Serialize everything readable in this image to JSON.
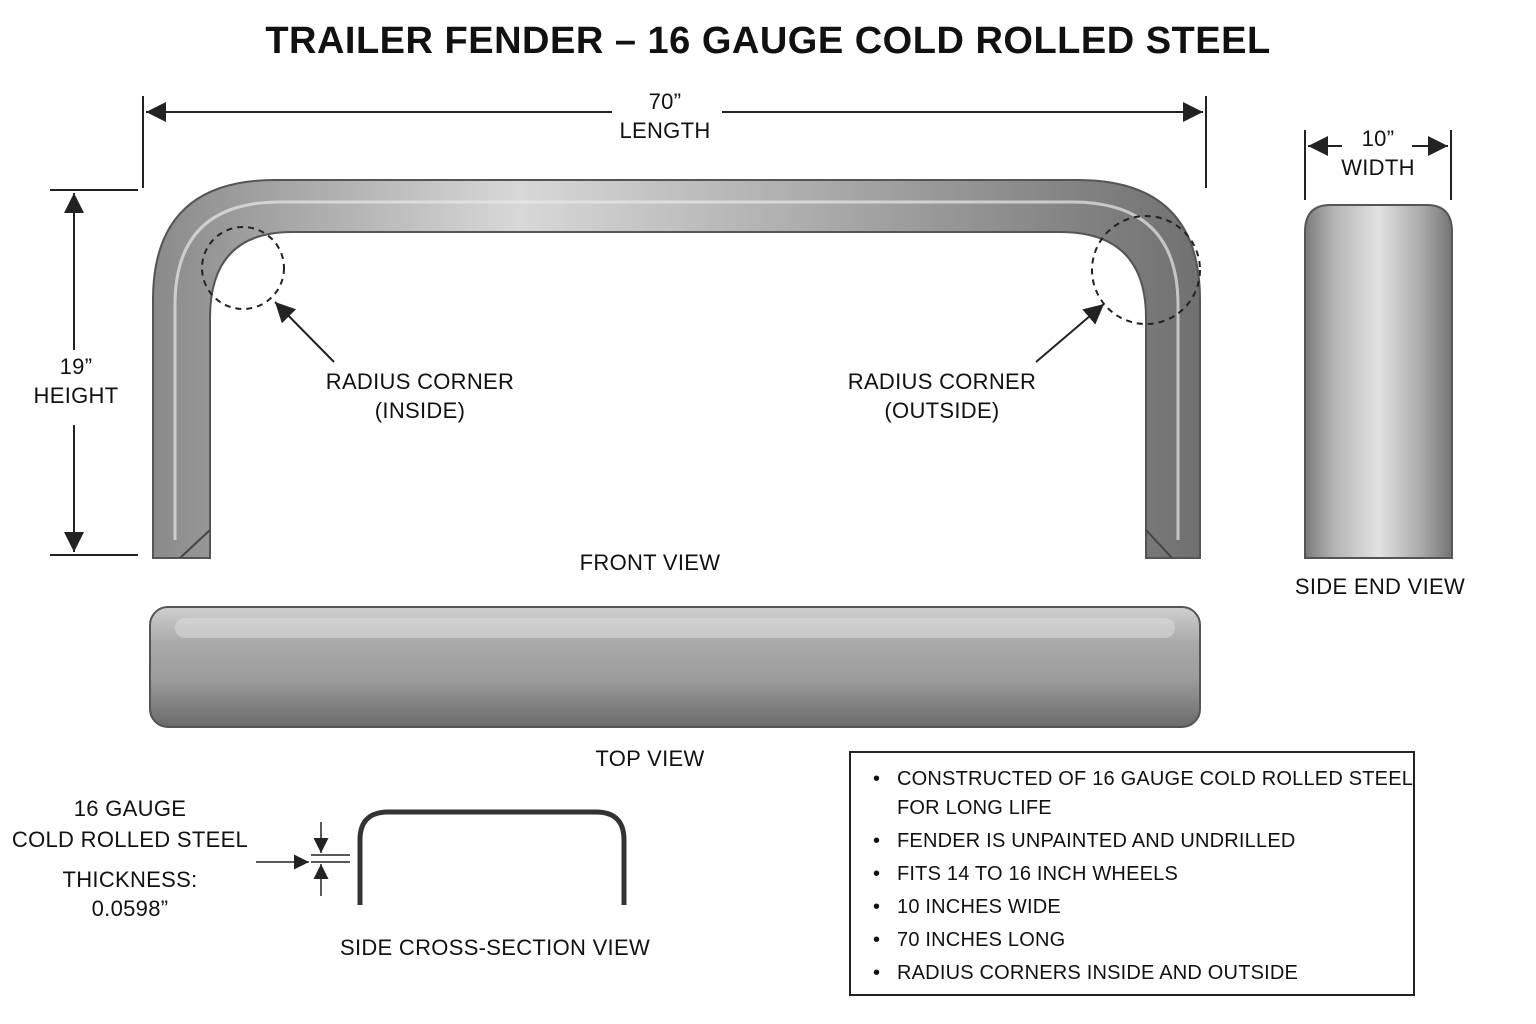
{
  "title": "TRAILER FENDER – 16 GAUGE COLD ROLLED STEEL",
  "dimensions": {
    "length_value": "70”",
    "length_label": "LENGTH",
    "height_value": "19”",
    "height_label": "HEIGHT",
    "width_value": "10”",
    "width_label": "WIDTH"
  },
  "callouts": {
    "inside_line1": "RADIUS CORNER",
    "inside_line2": "(INSIDE)",
    "outside_line1": "RADIUS CORNER",
    "outside_line2": "(OUTSIDE)"
  },
  "views": {
    "front": "FRONT VIEW",
    "top": "TOP VIEW",
    "side_end": "SIDE END VIEW",
    "cross_section": "SIDE CROSS-SECTION VIEW"
  },
  "material": {
    "line1": "16 GAUGE",
    "line2": "COLD ROLLED STEEL",
    "thickness_label": "THICKNESS:",
    "thickness_value": "0.0598”"
  },
  "features": [
    "CONSTRUCTED OF 16 GAUGE COLD ROLLED STEEL FOR LONG LIFE",
    "FENDER IS UNPAINTED AND UNDRILLED",
    "FITS 14 TO 16 INCH WHEELS",
    "10 INCHES WIDE",
    "70 INCHES LONG",
    "RADIUS CORNERS INSIDE AND OUTSIDE"
  ],
  "colors": {
    "steel_light": "#dcdcdc",
    "steel_mid": "#a7a7a7",
    "steel_dark": "#6f6f6f",
    "line": "#222222"
  }
}
